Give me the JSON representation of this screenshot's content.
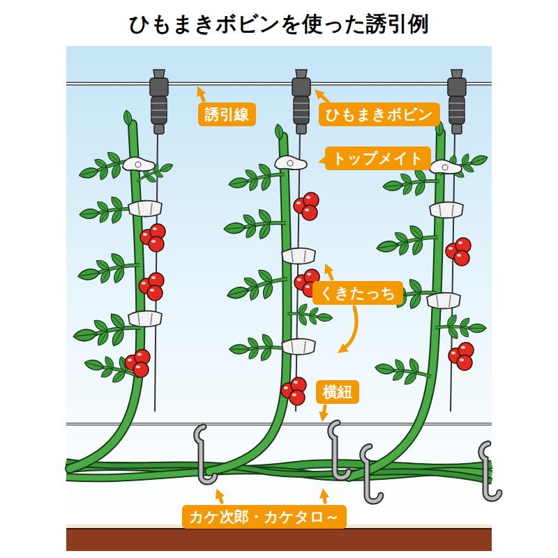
{
  "diagram": {
    "title": "ひもまきボビンを使った誘引例",
    "nodes": [
      {
        "text": [
          "誘引線"
        ]
      },
      {
        "text": [
          "ひもまきボビン"
        ]
      },
      {
        "text": [
          "トップメイト"
        ]
      },
      {
        "text": [
          "くきたっち"
        ]
      },
      {
        "text": [
          "横紐"
        ]
      },
      {
        "text": [
          "カケ次郎・カケタロ～"
        ]
      }
    ]
  }
}
